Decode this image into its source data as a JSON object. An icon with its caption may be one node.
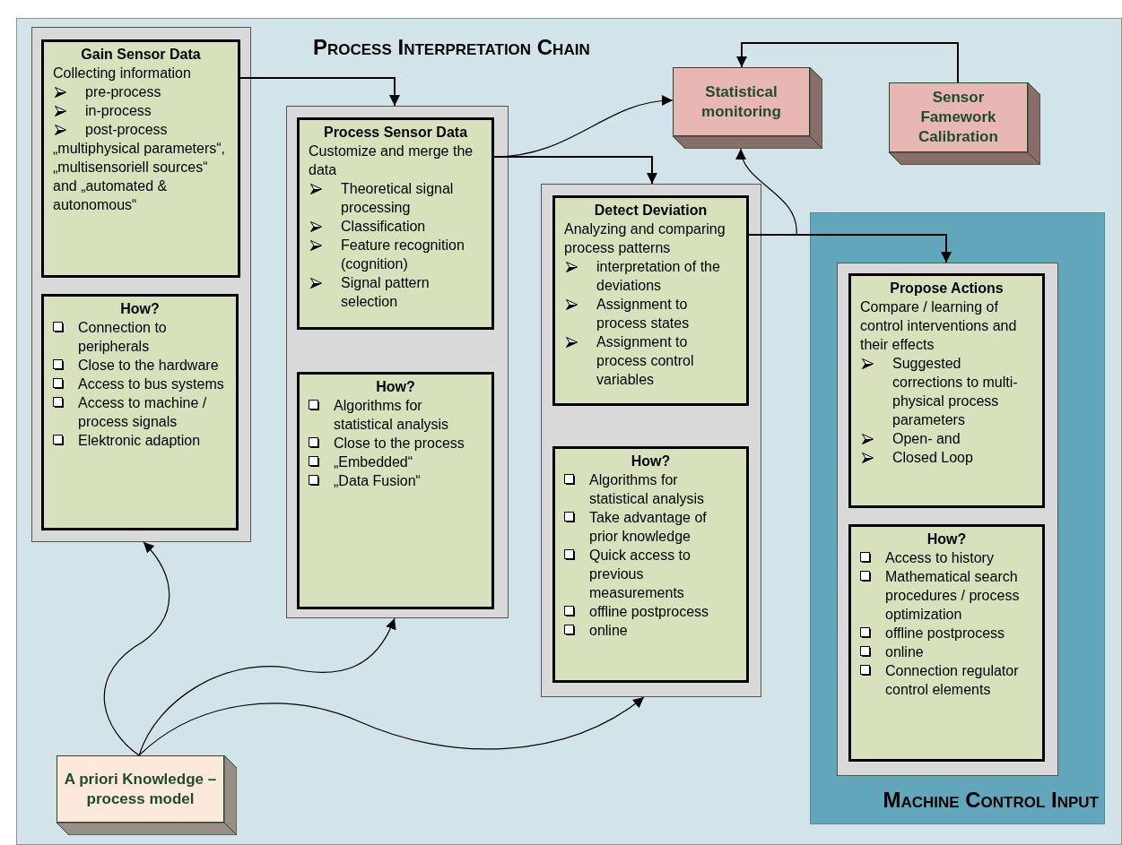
{
  "diagram": {
    "title": "Process Interpretation Chain",
    "nodes": [
      {
        "text": [],
        "shape": "box"
      },
      {
        "text": [
          "Gain Sensor Data",
          "Collecting information",
          "pre-process",
          "in-process",
          "post-process",
          "„multiphysical parameters“, „multisensoriell sources“ and „automated & autonomous“"
        ],
        "in": 0
      },
      {
        "text": [
          "How?",
          "Connection to peripherals",
          "Close to the hardware",
          "Access to bus systems",
          "Access to machine / process signals",
          "Elektronic adaption"
        ],
        "in": 0
      },
      {
        "text": [],
        "shape": "box"
      },
      {
        "text": [
          "Process Sensor Data",
          "Customize and merge the data",
          "Theoretical signal processing",
          "Classification",
          "Feature recognition (cognition)",
          "Signal pattern selection"
        ],
        "in": 3
      },
      {
        "text": [
          "How?",
          "Algorithms for statistical analysis",
          "Close to the process",
          "„Embedded“",
          "„Data Fusion“"
        ],
        "in": 3
      },
      {
        "text": [],
        "shape": "box"
      },
      {
        "text": [
          "Detect Deviation",
          "Analyzing and comparing process patterns",
          "interpretation of the deviations",
          "Assignment to process states",
          "Assignment to process control variables"
        ],
        "in": 6
      },
      {
        "text": [
          "How?",
          "Algorithms for statistical analysis",
          "Take advantage of prior knowledge",
          "Quick access to previous measurements",
          "offline postprocess",
          "online"
        ],
        "in": 6
      },
      {
        "text": [
          "Machine Control Input"
        ]
      },
      {
        "text": [],
        "shape": "box",
        "in": 9
      },
      {
        "text": [
          "Propose Actions",
          "Compare / learning of control interventions and their effects",
          "Suggested corrections to multi-physical process parameters",
          "Open- and",
          "Closed Loop"
        ],
        "in": 10
      },
      {
        "text": [
          "How?",
          "Access to history",
          "Mathematical search procedures / process optimization",
          "offline postprocess",
          "online",
          "Connection regulator control elements"
        ],
        "in": 10
      },
      {
        "text": [
          "Statistical monitoring"
        ]
      },
      {
        "text": [
          "Sensor Famework Calibration"
        ]
      },
      {
        "text": [
          "A priori Knowledge – process model"
        ]
      }
    ],
    "edges": [
      {
        "from": 1,
        "to": 3,
        "arrow": "to"
      },
      {
        "from": 4,
        "to": 6,
        "arrow": "to"
      },
      {
        "from": 4,
        "to": 13,
        "arrow": "to"
      },
      {
        "from": 7,
        "to": 10,
        "arrow": "to"
      },
      {
        "from": 7,
        "to": 13,
        "arrow": "to"
      },
      {
        "from": 14,
        "to": 13,
        "arrow": "to"
      },
      {
        "from": 15,
        "to": 0,
        "arrow": "to"
      },
      {
        "from": 15,
        "to": 3,
        "arrow": "to"
      },
      {
        "from": 15,
        "to": 6,
        "arrow": "to"
      }
    ]
  }
}
